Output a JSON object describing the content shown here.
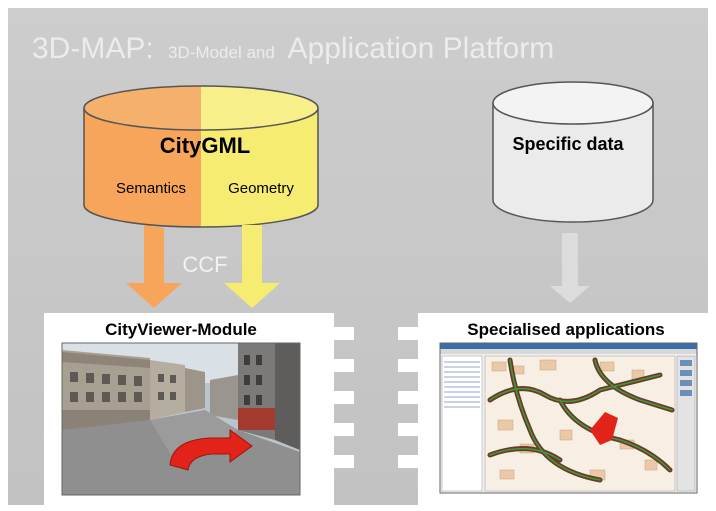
{
  "title": {
    "lead": "3D-MAP:",
    "small": "3D-Model and",
    "tail": "Application Platform"
  },
  "left_database": {
    "label": "CityGML",
    "left_half_label": "Semantics",
    "right_half_label": "Geometry",
    "colors": {
      "left": "#f7a55a",
      "right": "#f6ec72"
    }
  },
  "right_database": {
    "label": "Specific data"
  },
  "arrows": {
    "ccf_label": "CCF",
    "left_color": "#f7a55a",
    "right_color": "#f6ec72",
    "neutral_color": "#d9d9d9"
  },
  "left_panel": {
    "title": "CityViewer-Module",
    "screenshot_icon": "3d-city-street-scene-icon"
  },
  "right_panel": {
    "title": "Specialised applications",
    "screenshot_icon": "gis-map-application-icon"
  },
  "colors": {
    "background": "#c9c9c9",
    "title_text": "#e8e8e8",
    "panel_bg": "#ffffff"
  }
}
